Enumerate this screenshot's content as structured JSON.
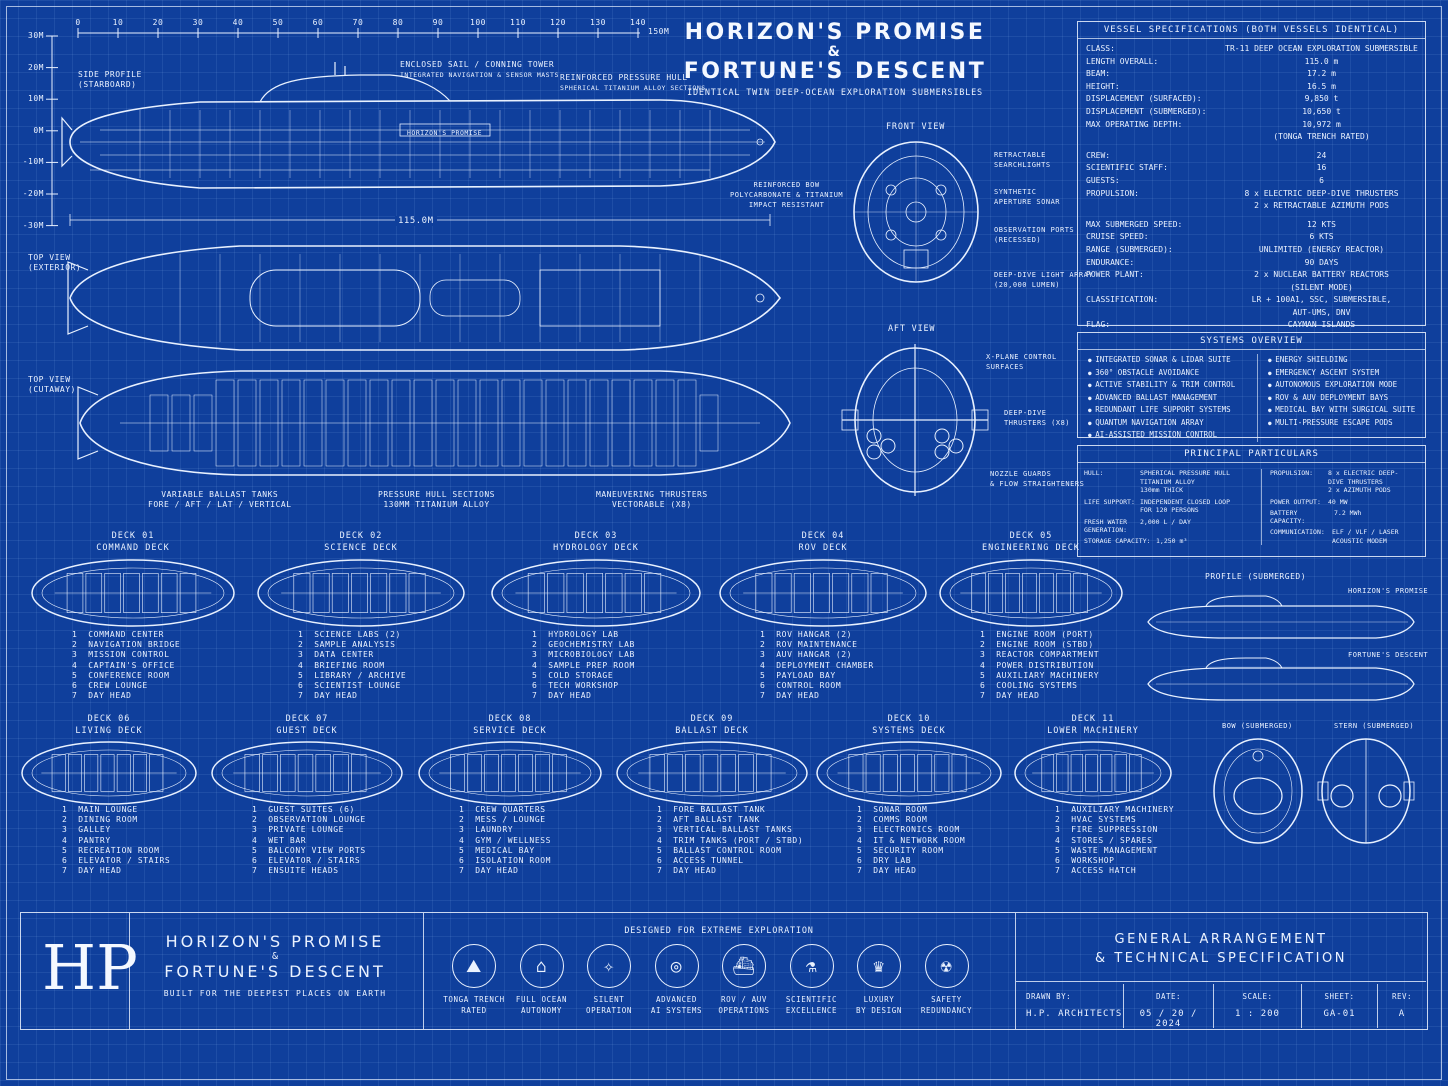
{
  "title": {
    "line1": "HORIZON'S PROMISE",
    "amp": "&",
    "line2": "FORTUNE'S DESCENT",
    "subtitle": "IDENTICAL TWIN DEEP-OCEAN EXPLORATION SUBMERSIBLES"
  },
  "scale": {
    "vertical": [
      "30m",
      "20m",
      "10m",
      "0m",
      "-10m",
      "-20m",
      "-30m"
    ],
    "horizontal": [
      "0",
      "10",
      "20",
      "30",
      "40",
      "50",
      "60",
      "70",
      "80",
      "90",
      "100",
      "110",
      "120",
      "130",
      "140"
    ],
    "h_end": "150m",
    "length_dim": "115.0m"
  },
  "side_profile": {
    "label": "SIDE PROFILE",
    "sub": "(STARBOARD)",
    "hull_name": "HORIZON'S PROMISE",
    "callout_sail": "ENCLOSED SAIL / CONNING TOWER",
    "callout_sail_sub": "INTEGRATED NAVIGATION & SENSOR MASTS",
    "callout_hull": "REINFORCED PRESSURE HULL",
    "callout_hull_sub": "SPHERICAL TITANIUM ALLOY SECTIONS",
    "callout_bow": "REINFORCED BOW",
    "callout_bow_sub1": "POLYCARBONATE & TITANIUM",
    "callout_bow_sub2": "IMPACT RESISTANT"
  },
  "top_view": {
    "label": "TOP VIEW",
    "sub": "(EXTERIOR)"
  },
  "top_cutaway": {
    "label": "TOP VIEW",
    "sub": "(CUTAWAY)",
    "callout_ballast": "VARIABLE BALLAST TANKS",
    "callout_ballast_sub": "FORE / AFT / LAT / VERTICAL",
    "callout_pressure": "PRESSURE HULL SECTIONS",
    "callout_pressure_sub": "130mm TITANIUM ALLOY",
    "callout_thrusters": "MANEUVERING THRUSTERS",
    "callout_thrusters_sub": "VECTORABLE (X8)"
  },
  "front_view": {
    "label": "FRONT VIEW",
    "c1": "RETRACTABLE",
    "c1b": "SEARCHLIGHTS",
    "c2": "SYNTHETIC",
    "c2b": "APERTURE SONAR",
    "c3": "OBSERVATION PORTS",
    "c3b": "(RECESSED)",
    "c4": "DEEP-DIVE LIGHT ARRAY",
    "c4b": "(20,000 LUMEN)"
  },
  "aft_view": {
    "label": "AFT VIEW",
    "c1": "X-PLANE CONTROL",
    "c1b": "SURFACES",
    "c2": "DEEP-DIVE",
    "c2b": "THRUSTERS (X8)",
    "c3": "NOZZLE GUARDS",
    "c3b": "& FLOW STRAIGHTENERS"
  },
  "specs": {
    "title": "VESSEL SPECIFICATIONS (BOTH VESSELS IDENTICAL)",
    "rows": [
      {
        "k": "CLASS:",
        "v": "TR-11 DEEP OCEAN EXPLORATION SUBMERSIBLE"
      },
      {
        "k": "LENGTH OVERALL:",
        "v": "115.0 m"
      },
      {
        "k": "BEAM:",
        "v": "17.2 m"
      },
      {
        "k": "HEIGHT:",
        "v": "16.5 m"
      },
      {
        "k": "DISPLACEMENT (SURFACED):",
        "v": "9,850 t"
      },
      {
        "k": "DISPLACEMENT (SUBMERGED):",
        "v": "10,650 t"
      },
      {
        "k": "MAX OPERATING DEPTH:",
        "v": "10,972 m"
      },
      {
        "k": "",
        "v": "(TONGA TRENCH RATED)"
      },
      {
        "k": "",
        "v": ""
      },
      {
        "k": "CREW:",
        "v": "24"
      },
      {
        "k": "SCIENTIFIC STAFF:",
        "v": "16"
      },
      {
        "k": "GUESTS:",
        "v": "6"
      },
      {
        "k": "PROPULSION:",
        "v": "8 x ELECTRIC DEEP-DIVE THRUSTERS"
      },
      {
        "k": "",
        "v": "2 x RETRACTABLE AZIMUTH PODS"
      },
      {
        "k": "",
        "v": ""
      },
      {
        "k": "MAX SUBMERGED SPEED:",
        "v": "12 KTS"
      },
      {
        "k": "CRUISE SPEED:",
        "v": "6 KTS"
      },
      {
        "k": "RANGE (SUBMERGED):",
        "v": "UNLIMITED (ENERGY REACTOR)"
      },
      {
        "k": "ENDURANCE:",
        "v": "90 DAYS"
      },
      {
        "k": "POWER PLANT:",
        "v": "2 x NUCLEAR BATTERY REACTORS"
      },
      {
        "k": "",
        "v": "(SILENT MODE)"
      },
      {
        "k": "CLASSIFICATION:",
        "v": "LR + 100A1, SSC, SUBMERSIBLE,"
      },
      {
        "k": "",
        "v": "AUT-UMS, DNV"
      },
      {
        "k": "FLAG:",
        "v": "CAYMAN ISLANDS"
      }
    ]
  },
  "systems": {
    "title": "SYSTEMS OVERVIEW",
    "left": [
      "INTEGRATED SONAR & LIDAR SUITE",
      "360° OBSTACLE AVOIDANCE",
      "ACTIVE STABILITY & TRIM CONTROL",
      "ADVANCED BALLAST MANAGEMENT",
      "REDUNDANT LIFE SUPPORT SYSTEMS",
      "QUANTUM NAVIGATION ARRAY",
      "AI-ASSISTED MISSION CONTROL"
    ],
    "right": [
      "ENERGY SHIELDING",
      "EMERGENCY ASCENT SYSTEM",
      "AUTONOMOUS EXPLORATION MODE",
      "ROV & AUV DEPLOYMENT BAYS",
      "MEDICAL BAY WITH SURGICAL SUITE",
      "MULTI-PRESSURE ESCAPE PODS"
    ]
  },
  "principal": {
    "title": "PRINCIPAL PARTICULARS",
    "hull_k": "HULL:",
    "hull_v1": "SPHERICAL PRESSURE HULL",
    "hull_v2": "TITANIUM ALLOY",
    "hull_v3": "130mm THICK",
    "life_k": "LIFE SUPPORT:",
    "life_v1": "INDEPENDENT CLOSED LOOP",
    "life_v2": "FOR 120 PERSONS",
    "water_k1": "FRESH WATER",
    "water_k2": "GENERATION:",
    "water_v": "2,000 L / DAY",
    "storage_k": "STORAGE CAPACITY:",
    "storage_v": "1,250 m³",
    "prop_k": "PROPULSION:",
    "prop_v1": "8 x ELECTRIC DEEP-",
    "prop_v2": "DIVE THRUSTERS",
    "prop_v3": "2 x AZIMUTH PODS",
    "power_k": "POWER OUTPUT:",
    "power_v": "40 MW",
    "batt_k": "BATTERY CAPACITY:",
    "batt_v": "7.2 MWh",
    "comm_k": "COMMUNICATION:",
    "comm_v1": "ELF / VLF / LASER",
    "comm_v2": "ACOUSTIC MODEM"
  },
  "profile_submerged": {
    "label": "PROFILE (SUBMERGED)",
    "v1": "HORIZON'S PROMISE",
    "v2": "FORTUNE'S DESCENT",
    "bow": "BOW (SUBMERGED)",
    "stern": "STERN (SUBMERGED)"
  },
  "decks": [
    {
      "num": "DECK 01",
      "name": "COMMAND DECK",
      "items": [
        "1  COMMAND CENTER",
        "2  NAVIGATION BRIDGE",
        "3  MISSION CONTROL",
        "4  CAPTAIN'S OFFICE",
        "5  CONFERENCE ROOM",
        "6  CREW LOUNGE",
        "7  DAY HEAD"
      ]
    },
    {
      "num": "DECK 02",
      "name": "SCIENCE DECK",
      "items": [
        "1  SCIENCE LABS (2)",
        "2  SAMPLE ANALYSIS",
        "3  DATA CENTER",
        "4  BRIEFING ROOM",
        "5  LIBRARY / ARCHIVE",
        "6  SCIENTIST LOUNGE",
        "7  DAY HEAD"
      ]
    },
    {
      "num": "DECK 03",
      "name": "HYDROLOGY DECK",
      "items": [
        "1  HYDROLOGY LAB",
        "2  GEOCHEMISTRY LAB",
        "3  MICROBIOLOGY LAB",
        "4  SAMPLE PREP ROOM",
        "5  COLD STORAGE",
        "6  TECH WORKSHOP",
        "7  DAY HEAD"
      ]
    },
    {
      "num": "DECK 04",
      "name": "ROV DECK",
      "items": [
        "1  ROV HANGAR (2)",
        "2  ROV MAINTENANCE",
        "3  AUV HANGAR (2)",
        "4  DEPLOYMENT CHAMBER",
        "5  PAYLOAD BAY",
        "6  CONTROL ROOM",
        "7  DAY HEAD"
      ]
    },
    {
      "num": "DECK 05",
      "name": "ENGINEERING DECK",
      "items": [
        "1  ENGINE ROOM (PORT)",
        "2  ENGINE ROOM (STBD)",
        "3  REACTOR COMPARTMENT",
        "4  POWER DISTRIBUTION",
        "5  AUXILIARY MACHINERY",
        "6  COOLING SYSTEMS",
        "7  DAY HEAD"
      ]
    },
    {
      "num": "DECK 06",
      "name": "LIVING DECK",
      "items": [
        "1  MAIN LOUNGE",
        "2  DINING ROOM",
        "3  GALLEY",
        "4  PANTRY",
        "5  RECREATION ROOM",
        "6  ELEVATOR / STAIRS",
        "7  DAY HEAD"
      ]
    },
    {
      "num": "DECK 07",
      "name": "GUEST DECK",
      "items": [
        "1  GUEST SUITES (6)",
        "2  OBSERVATION LOUNGE",
        "3  PRIVATE LOUNGE",
        "4  WET BAR",
        "5  BALCONY VIEW PORTS",
        "6  ELEVATOR / STAIRS",
        "7  ENSUITE HEADS"
      ]
    },
    {
      "num": "DECK 08",
      "name": "SERVICE DECK",
      "items": [
        "1  CREW QUARTERS",
        "2  MESS / LOUNGE",
        "3  LAUNDRY",
        "4  GYM / WELLNESS",
        "5  MEDICAL BAY",
        "6  ISOLATION ROOM",
        "7  DAY HEAD"
      ]
    },
    {
      "num": "DECK 09",
      "name": "BALLAST DECK",
      "items": [
        "1  FORE BALLAST TANK",
        "2  AFT BALLAST TANK",
        "3  VERTICAL BALLAST TANKS",
        "4  TRIM TANKS (PORT / STBD)",
        "5  BALLAST CONTROL ROOM",
        "6  ACCESS TUNNEL",
        "7  DAY HEAD"
      ]
    },
    {
      "num": "DECK 10",
      "name": "SYSTEMS DECK",
      "items": [
        "1  SONAR ROOM",
        "2  COMMS ROOM",
        "3  ELECTRONICS ROOM",
        "4  IT & NETWORK ROOM",
        "5  SECURITY ROOM",
        "6  DRY LAB",
        "7  DAY HEAD"
      ]
    },
    {
      "num": "DECK 11",
      "name": "LOWER MACHINERY",
      "items": [
        "1  AUXILIARY MACHINERY",
        "2  HVAC SYSTEMS",
        "3  FIRE SUPPRESSION",
        "4  STORES / SPARES",
        "5  WASTE MANAGEMENT",
        "6  WORKSHOP",
        "7  ACCESS HATCH"
      ]
    }
  ],
  "footer": {
    "logo": "HP",
    "name1": "HORIZON'S PROMISE",
    "amp": "&",
    "name2": "FORTUNE'S DESCENT",
    "tagline": "BUILT FOR THE DEEPEST PLACES ON EARTH",
    "features_title": "DESIGNED FOR EXTREME EXPLORATION",
    "features": [
      {
        "l1": "TONGA TRENCH",
        "l2": "RATED",
        "icon": "trench-icon"
      },
      {
        "l1": "FULL OCEAN",
        "l2": "AUTONOMY",
        "icon": "ocean-icon"
      },
      {
        "l1": "SILENT",
        "l2": "OPERATION",
        "icon": "silent-icon"
      },
      {
        "l1": "ADVANCED",
        "l2": "AI SYSTEMS",
        "icon": "ai-icon"
      },
      {
        "l1": "ROV / AUV",
        "l2": "OPERATIONS",
        "icon": "rov-icon"
      },
      {
        "l1": "SCIENTIFIC",
        "l2": "EXCELLENCE",
        "icon": "flask-icon"
      },
      {
        "l1": "LUXURY",
        "l2": "BY DESIGN",
        "icon": "luxury-icon"
      },
      {
        "l1": "SAFETY",
        "l2": "REDUNDANCY",
        "icon": "shield-icon"
      }
    ],
    "ga1": "GENERAL ARRANGEMENT",
    "ga2": "& TECHNICAL SPECIFICATION",
    "tb": [
      {
        "k": "DRAWN BY:",
        "v": "H.P. ARCHITECTS"
      },
      {
        "k": "DATE:",
        "v": "05 / 20 / 2024"
      },
      {
        "k": "SCALE:",
        "v": "1 : 200"
      },
      {
        "k": "SHEET:",
        "v": "GA-01"
      },
      {
        "k": "REV:",
        "v": "A"
      }
    ]
  }
}
